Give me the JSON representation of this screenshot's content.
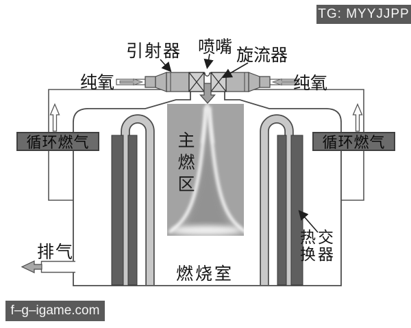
{
  "badge": {
    "text": "TG: MYYJJPP"
  },
  "watermark": {
    "text": "f–g–igame.com"
  },
  "diagram": {
    "labels": {
      "ejector": "引射器",
      "nozzle": "喷嘴",
      "swirler": "旋流器",
      "pure_oxygen_left": "纯氧",
      "pure_oxygen_right": "纯氧",
      "circulating_gas_left": "循环燃气",
      "circulating_gas_right": "循环燃气",
      "main_combustion_zone": "主燃区",
      "combustion_chamber": "燃烧室",
      "heat_exchanger": "热交换器",
      "exhaust": "排气"
    },
    "colors": {
      "line": "#4a4a4a",
      "metal_light": "#b5b5b5",
      "tube_light": "#c8c8c8",
      "plate_dark": "#5f5f5f",
      "label_box_bg": "#6b6b6b",
      "overlay_bg": "#5a5a5a",
      "flame_bg": "#a3a3a3",
      "arrow_gray": "#9e9e9e"
    }
  }
}
